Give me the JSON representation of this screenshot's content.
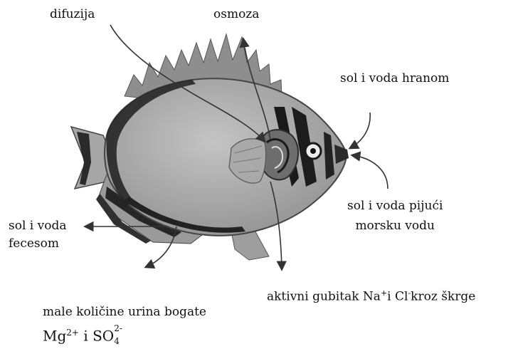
{
  "labels": {
    "difuzija": "difuzija",
    "osmoza": "osmoza",
    "sol_voda_hranom": "sol i voda hranom",
    "sol_voda_pijuci_line1": "sol i voda pijući",
    "sol_voda_pijuci_line2": "morsku vodu",
    "sol_voda_fecesom_line1": "sol i voda",
    "sol_voda_fecesom_line2": "fecesom",
    "gubitak_prefix": "aktivni gubitak Na",
    "gubitak_na_charge": "+",
    "gubitak_mid": "i Cl",
    "gubitak_cl_charge": "-",
    "gubitak_suffix": "kroz škrge",
    "urin_line1": "male količine urina bogate",
    "urin_mg": "Mg",
    "urin_mg_charge": "2+",
    "urin_and": "i SO",
    "urin_so4_charge": "2-",
    "urin_so4_sub": "4"
  },
  "colors": {
    "body": "#a9a9a9",
    "stripe": "#1e1e1e",
    "fin": "#9c9c9c",
    "arrow": "#333333"
  }
}
